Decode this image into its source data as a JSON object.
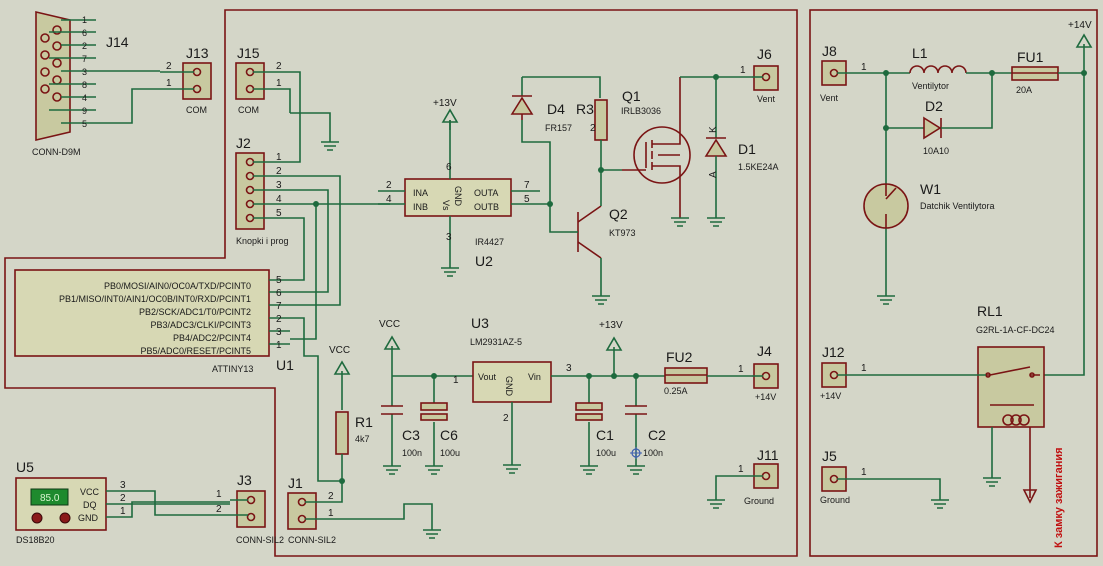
{
  "j14": {
    "ref": "J14",
    "value": "CONN-D9M",
    "pins": [
      "1",
      "6",
      "2",
      "7",
      "3",
      "8",
      "4",
      "9",
      "5"
    ]
  },
  "j13": {
    "ref": "J13",
    "value": "COM",
    "pins": [
      "2",
      "1"
    ]
  },
  "j15": {
    "ref": "J15",
    "value": "COM",
    "pins": [
      "2",
      "1"
    ]
  },
  "j2": {
    "ref": "J2",
    "value": "Knopki i prog",
    "pins": [
      "1",
      "2",
      "3",
      "4",
      "5"
    ]
  },
  "u1": {
    "ref": "U1",
    "value": "ATTINY13",
    "pins": [
      {
        "name": "PB0/MOSI/AIN0/OC0A/TXD/PCINT0",
        "num": "5"
      },
      {
        "name": "PB1/MISO/INT0/AIN1/OC0B/INT0/RXD/PCINT1",
        "num": "6"
      },
      {
        "name": "PB2/SCK/ADC1/T0/PCINT2",
        "num": "7"
      },
      {
        "name": "PB3/ADC3/CLKI/PCINT3",
        "num": "2"
      },
      {
        "name": "PB4/ADC2/PCINT4",
        "num": "3"
      },
      {
        "name": "PB5/ADC0/RESET/PCINT5",
        "num": "1"
      }
    ]
  },
  "u2": {
    "ref": "U2",
    "value": "IR4427",
    "pins": {
      "ina": "INA",
      "inb": "INB",
      "vs": "Vs",
      "gnd": "GND",
      "outa": "OUTA",
      "outb": "OUTB"
    },
    "nums": {
      "ina": "2",
      "inb": "4",
      "vs": "6",
      "gnd": "3",
      "outa": "7",
      "outb": "5"
    }
  },
  "pwr": {
    "p13v": "+13V",
    "vcc": "VCC",
    "p14v": "+14V"
  },
  "d4": {
    "ref": "D4",
    "value": "FR157"
  },
  "r3": {
    "ref": "R3",
    "value": "2"
  },
  "q1": {
    "ref": "Q1",
    "value": "IRLB3036"
  },
  "q2": {
    "ref": "Q2",
    "value": "KT973"
  },
  "d1": {
    "ref": "D1",
    "value": "1.5KE24A",
    "k": "K",
    "a": "A"
  },
  "j6": {
    "ref": "J6",
    "value": "Vent",
    "pin": "1"
  },
  "u3": {
    "ref": "U3",
    "value": "LM2931AZ-5",
    "vout": "Vout",
    "vin": "Vin",
    "gnd": "GND",
    "n1": "1",
    "n2": "2",
    "n3": "3"
  },
  "r1": {
    "ref": "R1",
    "value": "4k7"
  },
  "c3": {
    "ref": "C3",
    "value": "100n"
  },
  "c6": {
    "ref": "C6",
    "value": "100u"
  },
  "c1": {
    "ref": "C1",
    "value": "100u"
  },
  "c2": {
    "ref": "C2",
    "value": "100n"
  },
  "fu2": {
    "ref": "FU2",
    "value": "0.25A"
  },
  "j4": {
    "ref": "J4",
    "value": "+14V",
    "pin": "1"
  },
  "j11": {
    "ref": "J11",
    "value": "Ground",
    "pin": "1"
  },
  "u5": {
    "ref": "U5",
    "value": "DS18B20",
    "display": "85.0",
    "pins": [
      {
        "name": "VCC",
        "num": "3"
      },
      {
        "name": "DQ",
        "num": "2"
      },
      {
        "name": "GND",
        "num": "1"
      }
    ]
  },
  "j3": {
    "ref": "J3",
    "value": "CONN-SIL2",
    "pins": [
      "1",
      "2"
    ]
  },
  "j1": {
    "ref": "J1",
    "value": "CONN-SIL2",
    "pins": [
      "2",
      "1"
    ]
  },
  "j8": {
    "ref": "J8",
    "value": "Vent",
    "pin": "1"
  },
  "l1": {
    "ref": "L1",
    "value": "Ventilytor"
  },
  "fu1": {
    "ref": "FU1",
    "value": "20A"
  },
  "d2": {
    "ref": "D2",
    "value": "10A10"
  },
  "w1": {
    "ref": "W1",
    "value": "Datchik Ventilytora"
  },
  "rl1": {
    "ref": "RL1",
    "value": "G2RL-1A-CF-DC24"
  },
  "j12": {
    "ref": "J12",
    "value": "+14V",
    "pin": "1"
  },
  "j5": {
    "ref": "J5",
    "value": "Ground",
    "pin": "1"
  },
  "ign": {
    "label": "К замку зажигания"
  },
  "colors": {
    "background": "#d4d6c8",
    "wire": "#1e6a3e",
    "component": "#7a1414",
    "ignition_label": "#c01010",
    "sensor_display": "#1e8a2e"
  }
}
